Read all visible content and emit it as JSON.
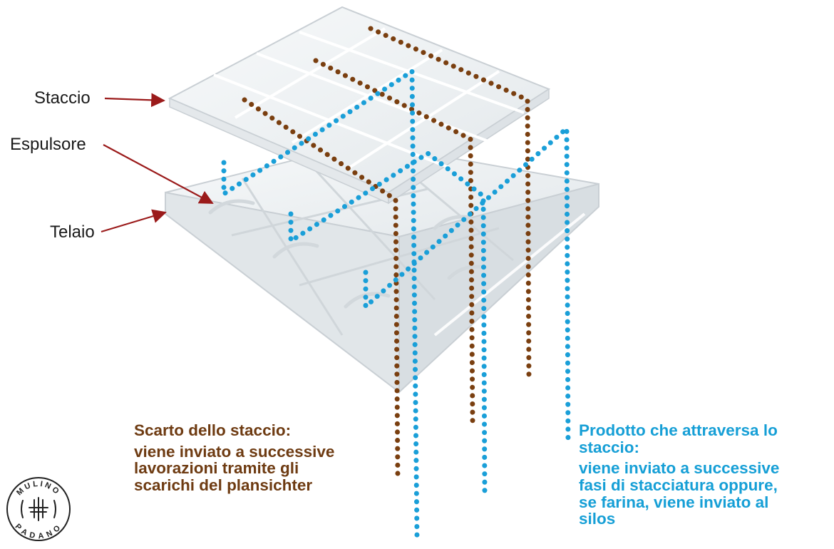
{
  "labels": {
    "staccio": "Staccio",
    "espulsore": "Espulsore",
    "telaio": "Telaio"
  },
  "scarto": {
    "heading": "Scarto dello staccio:",
    "lines": [
      "viene inviato a successive",
      "lavorazioni tramite gli",
      "scarichi del plansichter"
    ]
  },
  "prodotto": {
    "heading_lines": [
      "Prodotto che attraversa lo",
      "staccio:"
    ],
    "lines": [
      "viene inviato a successive",
      "fasi di stacciatura oppure,",
      "se farina, viene inviato al",
      "silos"
    ]
  },
  "logo": {
    "top_text": "MULINO",
    "bottom_text": "PADANO"
  },
  "colors": {
    "scarto": "#7a3f10",
    "prodotto": "#1a9fd8",
    "arrow": "#9b1b1b",
    "frame_fill": "#eef1f3",
    "frame_edge": "#c9cfd4"
  },
  "icons": [
    "wheat-logo-icon"
  ]
}
